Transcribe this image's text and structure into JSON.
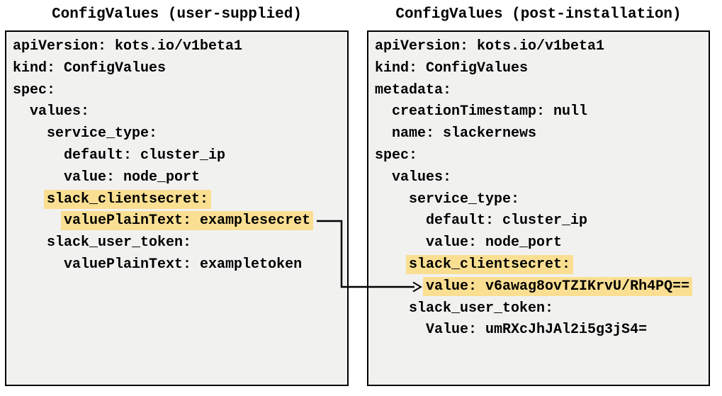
{
  "colors": {
    "highlight": "#fadf92",
    "panel_bg": "#f1f1f0",
    "border_color": "#000000",
    "text_color": "#000000",
    "arrow_color": "#000000"
  },
  "left_panel": {
    "title": "ConfigValues (user-supplied)",
    "lines": [
      {
        "indent": 0,
        "text": "apiVersion: kots.io/v1beta1",
        "highlight": false
      },
      {
        "indent": 0,
        "text": "kind: ConfigValues",
        "highlight": false
      },
      {
        "indent": 0,
        "text": "spec:",
        "highlight": false
      },
      {
        "indent": 2,
        "text": "values:",
        "highlight": false
      },
      {
        "indent": 4,
        "text": "service_type:",
        "highlight": false
      },
      {
        "indent": 6,
        "text": "default: cluster_ip",
        "highlight": false
      },
      {
        "indent": 6,
        "text": "value: node_port",
        "highlight": false
      },
      {
        "indent": 4,
        "text": "slack_clientsecret:",
        "highlight": true
      },
      {
        "indent": 6,
        "text": "valuePlainText: examplesecret",
        "highlight": true
      },
      {
        "indent": 4,
        "text": "slack_user_token:",
        "highlight": false
      },
      {
        "indent": 6,
        "text": "valuePlainText: exampletoken",
        "highlight": false
      }
    ]
  },
  "right_panel": {
    "title": "ConfigValues (post-installation)",
    "lines": [
      {
        "indent": 0,
        "text": "apiVersion: kots.io/v1beta1",
        "highlight": false
      },
      {
        "indent": 0,
        "text": "kind: ConfigValues",
        "highlight": false
      },
      {
        "indent": 0,
        "text": "metadata:",
        "highlight": false
      },
      {
        "indent": 2,
        "text": "creationTimestamp: null",
        "highlight": false
      },
      {
        "indent": 2,
        "text": "name: slackernews",
        "highlight": false
      },
      {
        "indent": 0,
        "text": "spec:",
        "highlight": false
      },
      {
        "indent": 2,
        "text": "values:",
        "highlight": false
      },
      {
        "indent": 4,
        "text": "service_type:",
        "highlight": false
      },
      {
        "indent": 6,
        "text": "default: cluster_ip",
        "highlight": false
      },
      {
        "indent": 6,
        "text": "value: node_port",
        "highlight": false
      },
      {
        "indent": 4,
        "text": "slack_clientsecret:",
        "highlight": true
      },
      {
        "indent": 6,
        "text": "value: v6awag8ovTZIKrvU/Rh4PQ==",
        "highlight": true
      },
      {
        "indent": 4,
        "text": "slack_user_token:",
        "highlight": false
      },
      {
        "indent": 6,
        "text": "Value: umRXcJhJAl2i5g3jS4=",
        "highlight": false
      }
    ]
  }
}
